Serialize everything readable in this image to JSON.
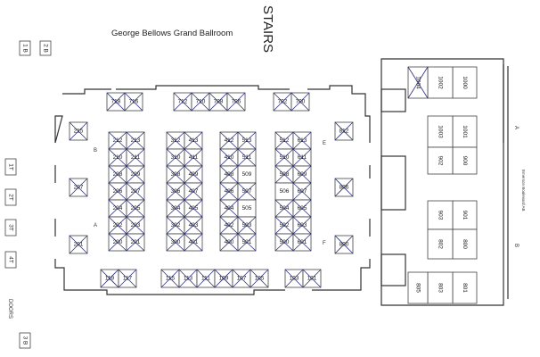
{
  "title": "George Bellows Grand Ballroom",
  "stairs_label": "STAIRS",
  "right_room_label": "Emerson Boulevard AB",
  "doors_label": "DOORS",
  "side_boxes": [
    "1 B",
    "2 B",
    "1T",
    "2T",
    "3T",
    "4T",
    "3 B"
  ],
  "section_letters": {
    "A": "A",
    "B": "B",
    "E": "E",
    "F": "F",
    "rA": "A",
    "rB": "B"
  },
  "colors": {
    "cross": "#2a2f7a",
    "wall": "#333333"
  },
  "ballroom": {
    "top_row": [
      "718",
      "716",
      "712",
      "710",
      "708",
      "706",
      "702",
      "700"
    ],
    "bottom_row": [
      "119",
      "117",
      "115",
      "113",
      "111",
      "109",
      "107",
      "105",
      "103",
      "101"
    ],
    "left_side": [
      "215",
      "207",
      "201"
    ],
    "right_side": [
      "812",
      "806",
      "800"
    ],
    "grid_columns": [
      [
        "212",
        "210",
        "208",
        "206",
        "204",
        "202",
        "200"
      ],
      [
        "213",
        "211",
        "209",
        "207",
        "205",
        "203",
        "201"
      ],
      [
        "312",
        "310",
        "308",
        "306",
        "304",
        "302",
        "300"
      ],
      [
        "413",
        "411",
        "409",
        "407",
        "405",
        "403",
        "401"
      ],
      [
        "412",
        "410",
        "408",
        "406",
        "404",
        "402",
        "400"
      ],
      [
        "513",
        "511",
        "509",
        "507",
        "505",
        "503",
        "501"
      ],
      [
        "512",
        "510",
        "508",
        "506",
        "504",
        "502",
        "500"
      ],
      [
        "613",
        "611",
        "609",
        "607",
        "605",
        "603",
        "601"
      ]
    ],
    "open_booths": [
      "509",
      "505",
      "506"
    ]
  },
  "emerson": {
    "booths": [
      "1000",
      "1002",
      "1004",
      "1001",
      "1003",
      "900",
      "902",
      "901",
      "903",
      "800",
      "802",
      "801",
      "803",
      "805"
    ],
    "taken_booths": [
      "1004"
    ]
  }
}
